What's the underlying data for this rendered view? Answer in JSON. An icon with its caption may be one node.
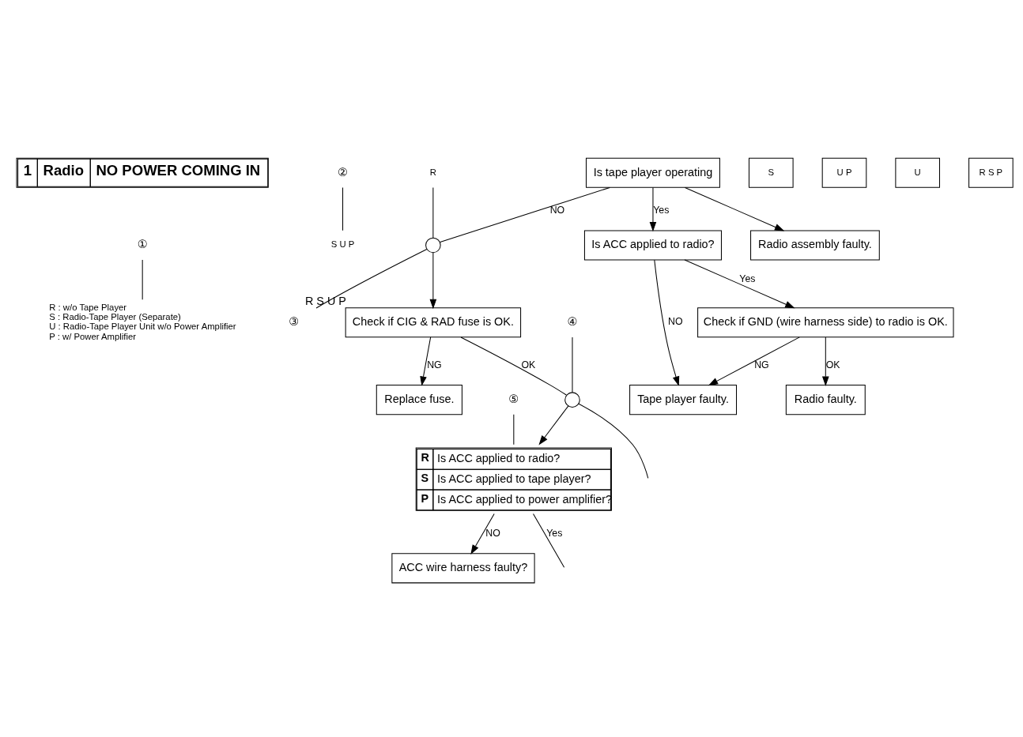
{
  "diagram": {
    "nodes": [
      {
        "text": [
          "1",
          "Radio",
          "NO POWER COMING IN"
        ]
      },
      {
        "text": [
          "①"
        ]
      },
      {
        "text": [
          "R : w/o Tape Player",
          "S : Radio-Tape Player (Separate)",
          "U : Radio-Tape Player Unit w/o Power Amplifier",
          "P : w/ Power Amplifier"
        ]
      },
      {
        "text": [
          "②"
        ]
      },
      {
        "text": [
          "S U P"
        ]
      },
      {
        "text": [
          "Is tape player operating"
        ]
      },
      {
        "text": [
          "Is ACC applied to radio?"
        ]
      },
      {
        "text": [
          "Tape player faulty."
        ]
      },
      {
        "text": [
          "Check if GND (wire harness side) to radio is OK."
        ]
      },
      {
        "text": [
          "Radio faulty."
        ]
      },
      {
        "text": [
          "Radio assembly faulty."
        ]
      },
      {
        "text": [
          "R"
        ]
      },
      {
        "text": [],
        "shape": "circle"
      },
      {
        "text": [
          "③"
        ]
      },
      {
        "text": [
          "Check if CIG & RAD fuse is OK."
        ],
        "beside": [
          "R S U P"
        ]
      },
      {
        "text": [
          "Replace fuse."
        ]
      },
      {
        "text": [],
        "shape": "circle"
      },
      {
        "text": [
          "④"
        ]
      },
      {
        "text": [
          "R",
          "Is ACC applied to radio?",
          "S",
          "Is ACC applied to tape player?",
          "P",
          "Is ACC applied to power amplifier?"
        ]
      },
      {
        "text": [
          "ACC wire harness faulty?"
        ]
      },
      {
        "text": [
          "⑤"
        ]
      }
    ],
    "edges": [
      {
        "from": 1,
        "to": 2,
        "arrow": "none"
      },
      {
        "from": 3,
        "to": 4,
        "arrow": "none"
      },
      {
        "from": 5,
        "to": 6,
        "arrow": "to",
        "label": "Yes"
      },
      {
        "from": 5,
        "to": 10,
        "arrow": "to"
      },
      {
        "from": 5,
        "to": 12,
        "arrow": "none",
        "label": "NO"
      },
      {
        "from": 11,
        "to": 12,
        "arrow": "none"
      },
      {
        "from": 12,
        "to": 13,
        "arrow": "none"
      },
      {
        "from": 6,
        "to": 7,
        "arrow": "to",
        "label": "NO"
      },
      {
        "from": 6,
        "to": 8,
        "arrow": "to",
        "label": "Yes"
      },
      {
        "from": 8,
        "to": 7,
        "arrow": "to",
        "label": "NG"
      },
      {
        "from": 8,
        "to": 9,
        "arrow": "to",
        "label": "OK"
      },
      {
        "from": 12,
        "to": 14,
        "arrow": "to"
      },
      {
        "from": 14,
        "to": 15,
        "arrow": "to",
        "label": "NG"
      },
      {
        "from": 14,
        "to": 16,
        "arrow": "none",
        "label": "OK"
      },
      {
        "from": 17,
        "to": 16,
        "arrow": "none"
      },
      {
        "from": 16,
        "to": 18,
        "arrow": "to"
      },
      {
        "from": 16,
        "to": null,
        "arrow": "none"
      },
      {
        "from": 18,
        "to": 19,
        "arrow": "to",
        "label": "NO"
      },
      {
        "from": 18,
        "to": null,
        "arrow": "none",
        "label": "Yes"
      },
      {
        "from": 20,
        "to": 18,
        "arrow": "none"
      }
    ],
    "labels": [
      "S",
      "U P",
      "U",
      "R S P"
    ]
  }
}
